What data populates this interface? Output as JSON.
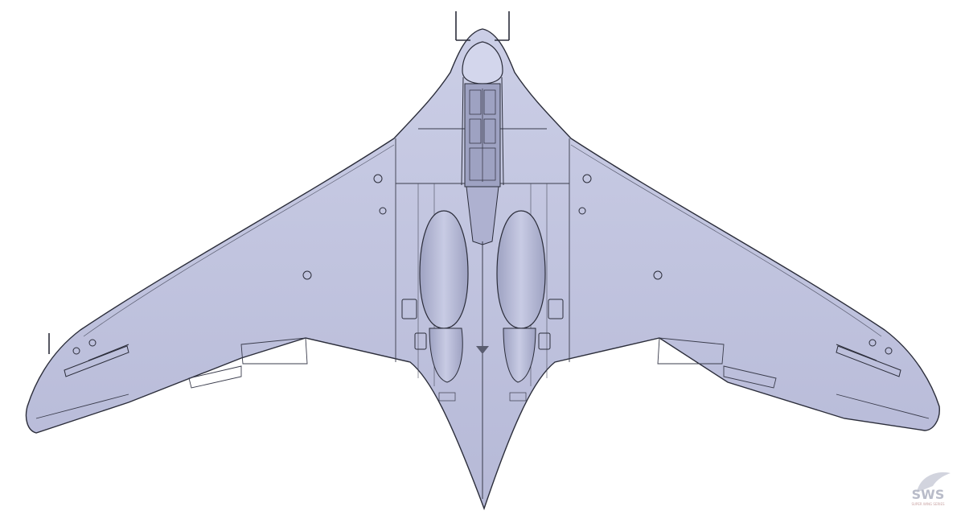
{
  "scene": {
    "subject": "flying-wing aircraft, underside plan view",
    "background_color": "#ffffff",
    "surface_color": "#b6b9d7",
    "surface_highlight": "#cbcee6",
    "surface_shadow": "#9ea2c2",
    "line_color": "#2b2d3a"
  },
  "watermark": {
    "text": "SWS",
    "subtext": "SUPER WING SERIES",
    "color": "#b9bcc9"
  }
}
